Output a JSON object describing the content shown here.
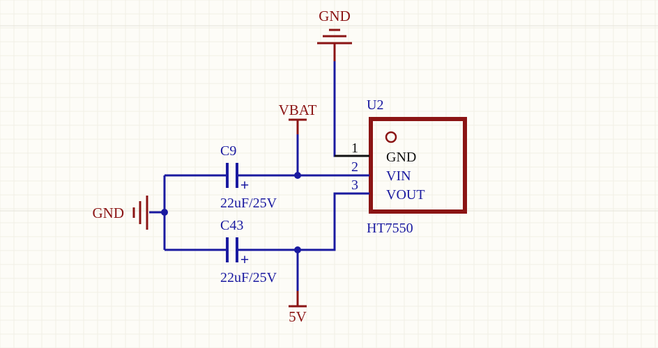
{
  "schematic": {
    "colors": {
      "background": "#fdfcf7",
      "grid_minor": "#f1efe6",
      "grid_major": "#e4e2d8",
      "wire": "#1a1aa0",
      "power": "#8b1414",
      "component_outline": "#8b1414",
      "pin_text": "#1a1aa0",
      "pin_name_gnd": "#111111"
    },
    "power_ports": {
      "gnd_top": "GND",
      "vbat": "VBAT",
      "gnd_left": "GND",
      "v5": "5V"
    },
    "capacitors": [
      {
        "designator": "C9",
        "value": "22uF/25V",
        "polarity": "+"
      },
      {
        "designator": "C43",
        "value": "22uF/25V",
        "polarity": "+"
      }
    ],
    "ic": {
      "designator": "U2",
      "part": "HT7550",
      "pins": [
        {
          "number": "1",
          "name": "GND"
        },
        {
          "number": "2",
          "name": "VIN"
        },
        {
          "number": "3",
          "name": "VOUT"
        }
      ]
    }
  }
}
